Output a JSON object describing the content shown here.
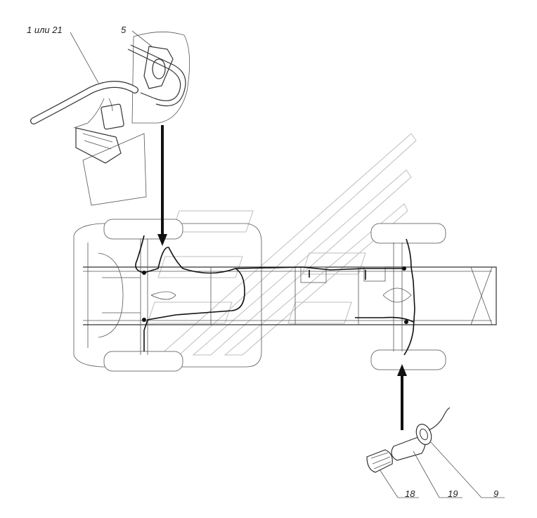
{
  "callouts": [
    {
      "id": "c1",
      "text": "1 или 21"
    },
    {
      "id": "c5",
      "text": "5"
    },
    {
      "id": "c18",
      "text": "18"
    },
    {
      "id": "c19",
      "text": "19"
    },
    {
      "id": "c9",
      "text": "9"
    }
  ]
}
